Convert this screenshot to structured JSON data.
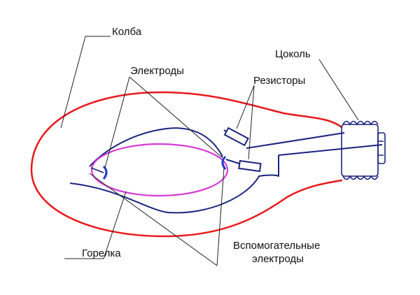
{
  "labels": {
    "bulb": "Колба",
    "electrodes": "Электроды",
    "base": "Цоколь",
    "resistors": "Резисторы",
    "burner": "Горелка",
    "aux_electrodes_line1": "Вспомогательные",
    "aux_electrodes_line2": "электроды"
  },
  "colors": {
    "bulb_outline": "#e8181c",
    "frame_wire": "#1a237e",
    "burner_tube": "#d63ad6",
    "electrode": "#1e3cc8",
    "leader_line": "#222222",
    "label_text": "#111111"
  }
}
